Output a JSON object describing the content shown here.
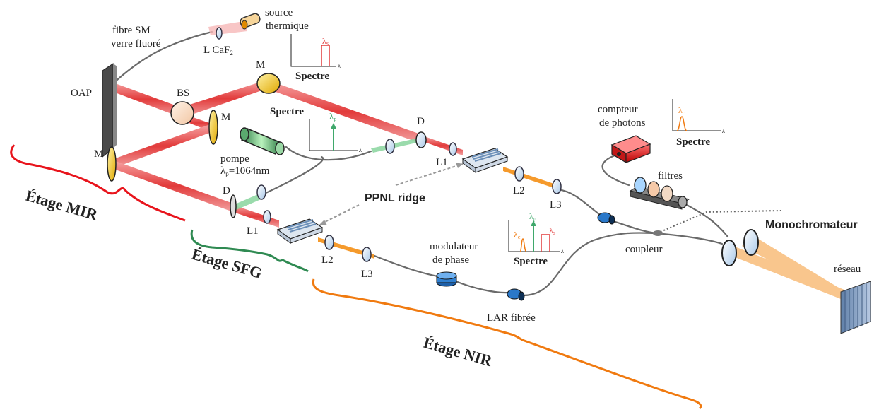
{
  "labels": {
    "fibre_sm_line1": "fibre SM",
    "fibre_sm_line2": "verre fluoré",
    "source_line1": "source",
    "source_line2": "thermique",
    "lens_caf2": "L CaF",
    "lens_caf2_sub": "2",
    "oap": "OAP",
    "bs": "BS",
    "mirror_top": "M",
    "mirror_mid": "M",
    "mirror_left": "M",
    "pompe": "pompe",
    "lambda_p_symbol": "λ",
    "lambda_p_sub": "p",
    "lambda_p_value": "=1064nm",
    "d_upper": "D",
    "d_lower": "D",
    "l1_upper": "L1",
    "l1_lower": "L1",
    "l2_upper": "L2",
    "l2_lower": "L2",
    "l3_upper": "L3",
    "l3_lower": "L3",
    "ppnl_ridge": "PPNL ridge",
    "modulateur_line1": "modulateur",
    "modulateur_line2": "de phase",
    "lar_fibree": "LAR fibrée",
    "compteur_line1": "compteur",
    "compteur_line2": "de photons",
    "filtres": "filtres",
    "coupleur": "coupleur",
    "monochromateur": "Monochromateur",
    "reseau": "réseau",
    "etage_mir": "Étage MIR",
    "etage_sfg": "Étage SFG",
    "etage_nir": "Étage NIR"
  },
  "spectra": {
    "source": {
      "title": "Spectre",
      "peak_symbol": "λ",
      "peak_sub": "s",
      "axis_unit": "λ"
    },
    "pump": {
      "title": "Spectre",
      "peak_symbol": "λ",
      "peak_sub": "p",
      "axis_unit": "λ"
    },
    "sfg": {
      "title": "Spectre",
      "peak1_symbol": "λ",
      "peak1_sub": "c",
      "peak2_symbol": "λ",
      "peak2_sub": "p",
      "peak3_symbol": "λ",
      "peak3_sub": "s",
      "axis_unit": "λ"
    },
    "detector": {
      "title": "Spectre",
      "peak_symbol": "λ",
      "peak_sub": "c",
      "axis_unit": "λ"
    }
  },
  "colors": {
    "mir_beam": "#e23b3b",
    "pump_beam": "#3fa86b",
    "nir_beam": "#f08a1c",
    "stage_mir": "#e8141c",
    "stage_sfg": "#2f8a52",
    "stage_nir": "#f07a10",
    "fiber": "#666666"
  }
}
